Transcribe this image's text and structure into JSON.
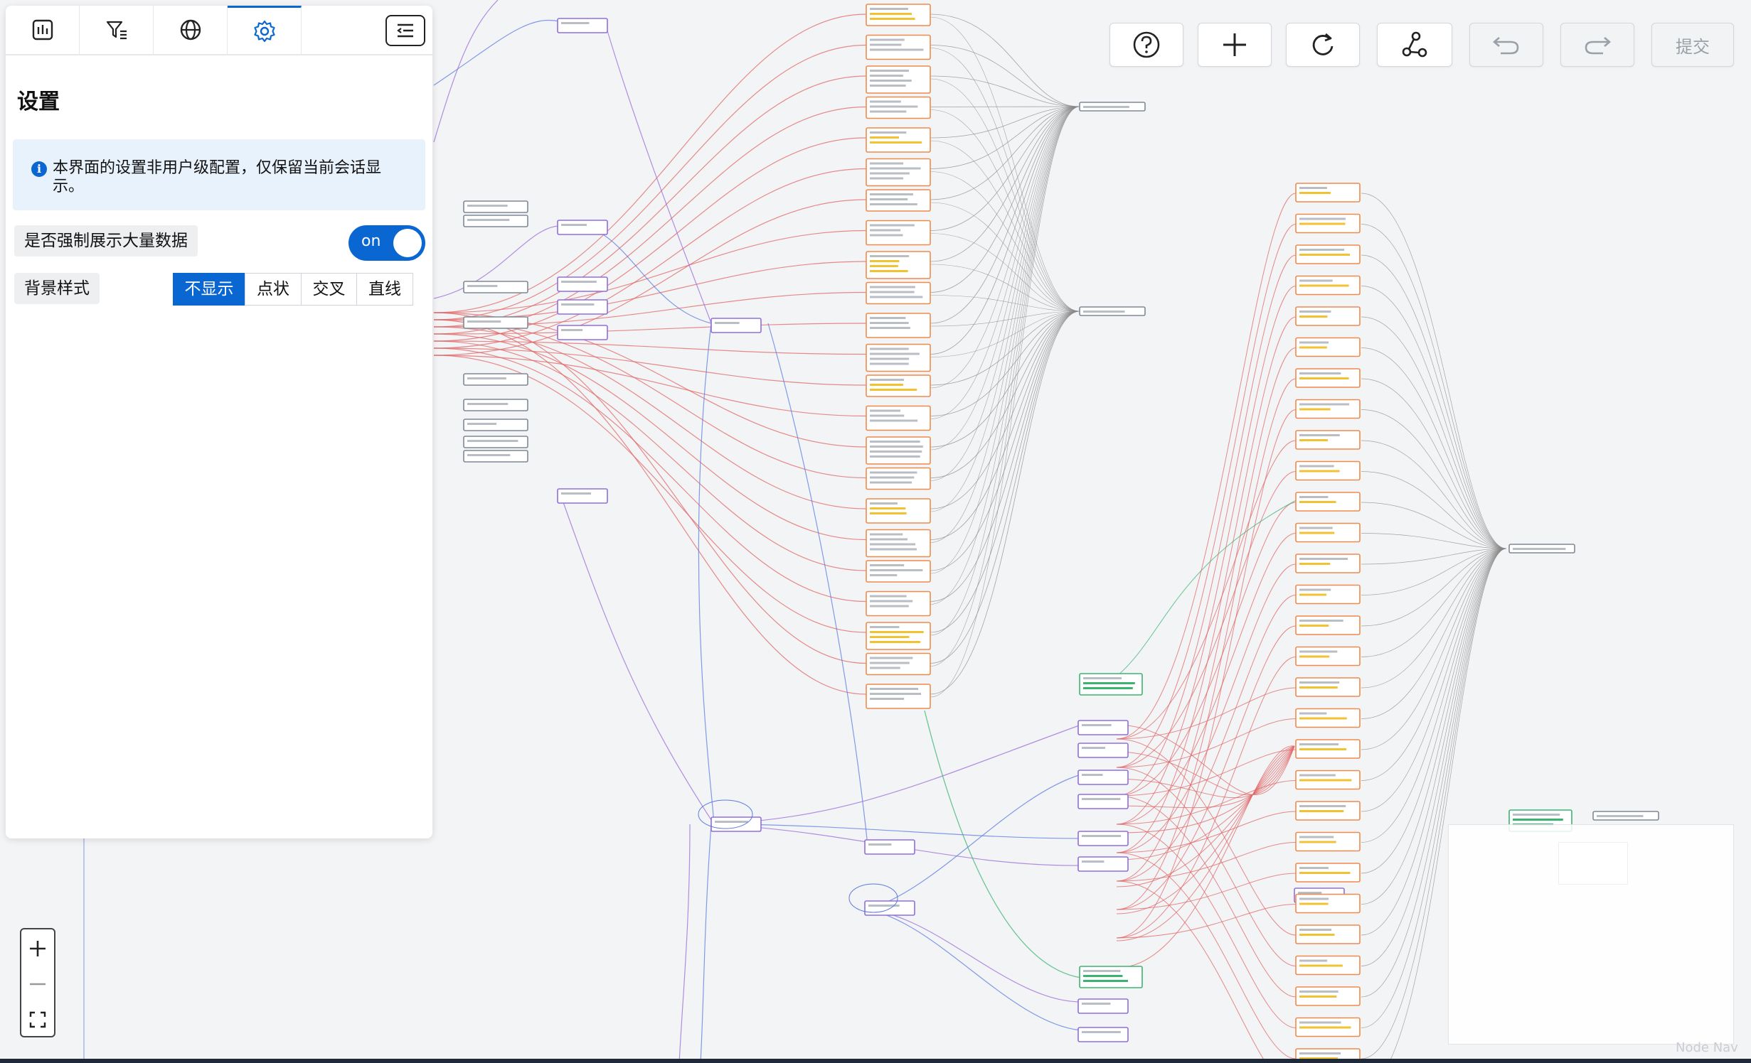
{
  "panel": {
    "tabs": [
      {
        "name": "statistics",
        "icon": "chart-icon"
      },
      {
        "name": "filter",
        "icon": "filter-icon"
      },
      {
        "name": "global",
        "icon": "globe-icon"
      },
      {
        "name": "settings",
        "icon": "gear-icon",
        "active": true
      }
    ],
    "collapse_icon": "collapse-menu-icon",
    "title": "设置",
    "notice": "本界面的设置非用户级配置，仅保留当前会话显示。",
    "force_show_label": "是否强制展示大量数据",
    "force_show_toggle": "on",
    "background_label": "背景样式",
    "background_options": [
      "不显示",
      "点状",
      "交叉",
      "直线"
    ],
    "background_selected": "不显示"
  },
  "toolbar": {
    "help_icon": "help-icon",
    "add_icon": "plus-icon",
    "refresh_icon": "refresh-icon",
    "share_icon": "share-icon",
    "undo_icon": "undo-icon",
    "redo_icon": "redo-icon",
    "submit_label": "提交"
  },
  "zoom": {
    "zoom_in_icon": "plus-icon",
    "zoom_out_icon": "minus-icon",
    "fit_icon": "fit-view-icon"
  },
  "colors": {
    "accent": "#0a66d0",
    "edge_red": "#e06666",
    "edge_blue": "#5b7be0",
    "edge_purple": "#9a6ad8",
    "edge_gray": "#888888",
    "edge_green": "#3cb371",
    "node_orange_border": "#f08a4b",
    "node_purple_border": "#8f6ee0"
  },
  "watermark": "Node Nav"
}
